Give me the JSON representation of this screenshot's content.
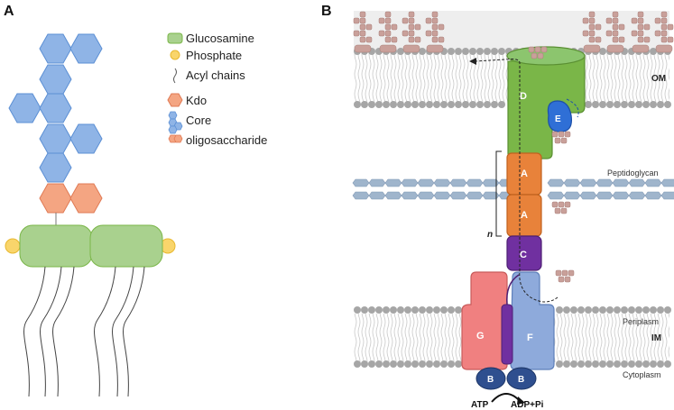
{
  "panels": {
    "a_label": "A",
    "b_label": "B"
  },
  "legend": {
    "items": [
      {
        "label": "Glucosamine",
        "icon": "green-rounded-rect-icon",
        "color": "#8cc56e"
      },
      {
        "label": "Phosphate",
        "icon": "yellow-circle-icon",
        "color": "#f9d56b"
      },
      {
        "label": "Acyl chains",
        "icon": "wavy-line-icon",
        "color": "#555555"
      },
      {
        "label": "Kdo",
        "icon": "orange-hexagon-icon",
        "color": "#f4a582"
      },
      {
        "label": "Core",
        "icon": "blue-hexagon-cluster-icon",
        "color": "#8fb4e6"
      },
      {
        "label": "oligosaccharide",
        "icon": "orange-hexagon-pair-icon",
        "color": "#f4a582"
      }
    ]
  },
  "membranes": {
    "om": "OM",
    "peptidoglycan": "Peptidoglycan",
    "periplasm": "Periplasm",
    "im": "IM",
    "cytoplasm": "Cytoplasm"
  },
  "proteins": {
    "d": "D",
    "e": "E",
    "a1": "A",
    "a2": "A",
    "c": "C",
    "g": "G",
    "f": "F",
    "b1": "B",
    "b2": "B",
    "n": "n"
  },
  "energy": {
    "atp": "ATP",
    "adp": "ADP+Pi"
  },
  "colors": {
    "green": "#7ab648",
    "orange": "#e8823a",
    "purple": "#7030a0",
    "blue_f": "#8eaadb",
    "salmon_g": "#f08080",
    "navy_b": "#2f4f8f",
    "lipid_head": "#a6a6a6",
    "lps_sugar": "#c9a09a"
  }
}
